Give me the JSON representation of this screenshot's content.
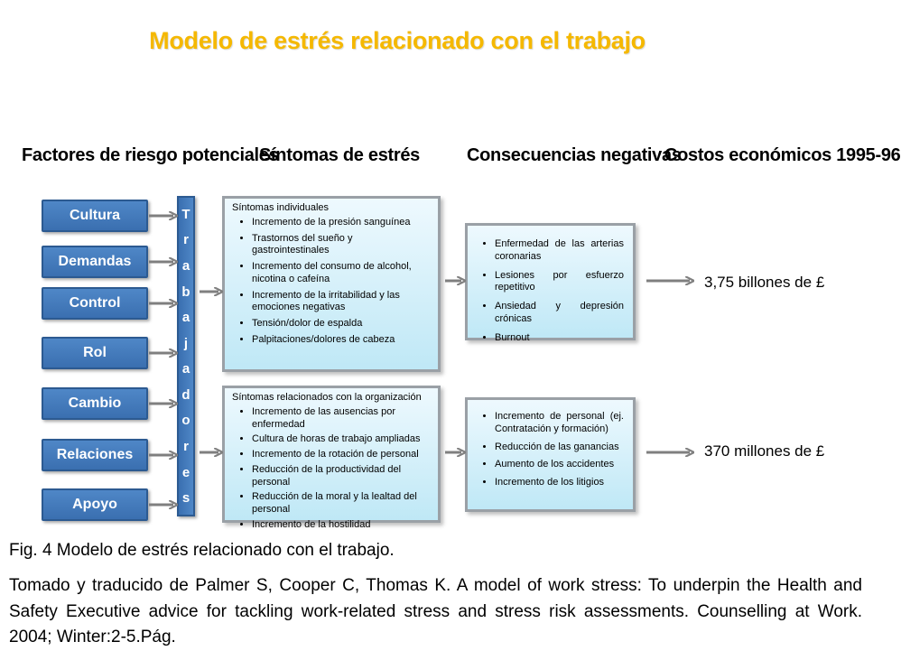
{
  "title": "Modelo de estrés relacionado con el trabajo",
  "headers": {
    "risk_factors": "Factores de riesgo potenciales",
    "symptoms": "Síntomas de estrés",
    "consequences": "Consecuencias negativas",
    "costs": "Costos económicos 1995-96"
  },
  "factors": [
    "Cultura",
    "Demandas",
    "Control",
    "Rol",
    "Cambio",
    "Relaciones",
    "Apoyo"
  ],
  "workers_label": "Trabajadores",
  "symptoms_individual": {
    "heading": "Síntomas individuales",
    "items": [
      "Incremento de la presión sanguínea",
      "Trastornos del sueño y gastrointestinales",
      "Incremento del consumo de alcohol, nicotina o cafeína",
      "Incremento de la irritabilidad y las emociones negativas",
      "Tensión/dolor de espalda",
      "Palpitaciones/dolores de cabeza"
    ]
  },
  "symptoms_organization": {
    "heading": "Síntomas relacionados con la organización",
    "items": [
      "Incremento de las ausencias por enfermedad",
      "Cultura de horas de trabajo ampliadas",
      "Incremento de la rotación de personal",
      "Reducción de la productividad del personal",
      "Reducción de la moral y la lealtad del personal",
      "Incremento de la hostilidad"
    ]
  },
  "consequences_individual": [
    "Enfermedad de las arterias coronarias",
    "Lesiones por esfuerzo repetitivo",
    "Ansiedad y depresión crónicas",
    "Burnout"
  ],
  "consequences_organization": [
    "Incremento de personal (ej. Contratación y formación)",
    "Reducción de las ganancias",
    "Aumento de los accidentes",
    "Incremento de los litigios"
  ],
  "costs": {
    "individual": "3,75 billones de £",
    "organization": "370 millones de £"
  },
  "caption": {
    "figure": "Fig. 4 Modelo de estrés relacionado con el trabajo.",
    "reference": "Tomado y traducido de Palmer S, Cooper C, Thomas K. A model of work stress: To underpin the Health and Safety Executive advice for tackling work-related stress and stress risk assessments. Counselling at Work. 2004; Winter:2-5.Pág."
  },
  "colors": {
    "title": "#f5b800",
    "factor_box": "#4f87c7",
    "detail_box": "#d6f1fb",
    "arrow": "#7f7f7f"
  }
}
